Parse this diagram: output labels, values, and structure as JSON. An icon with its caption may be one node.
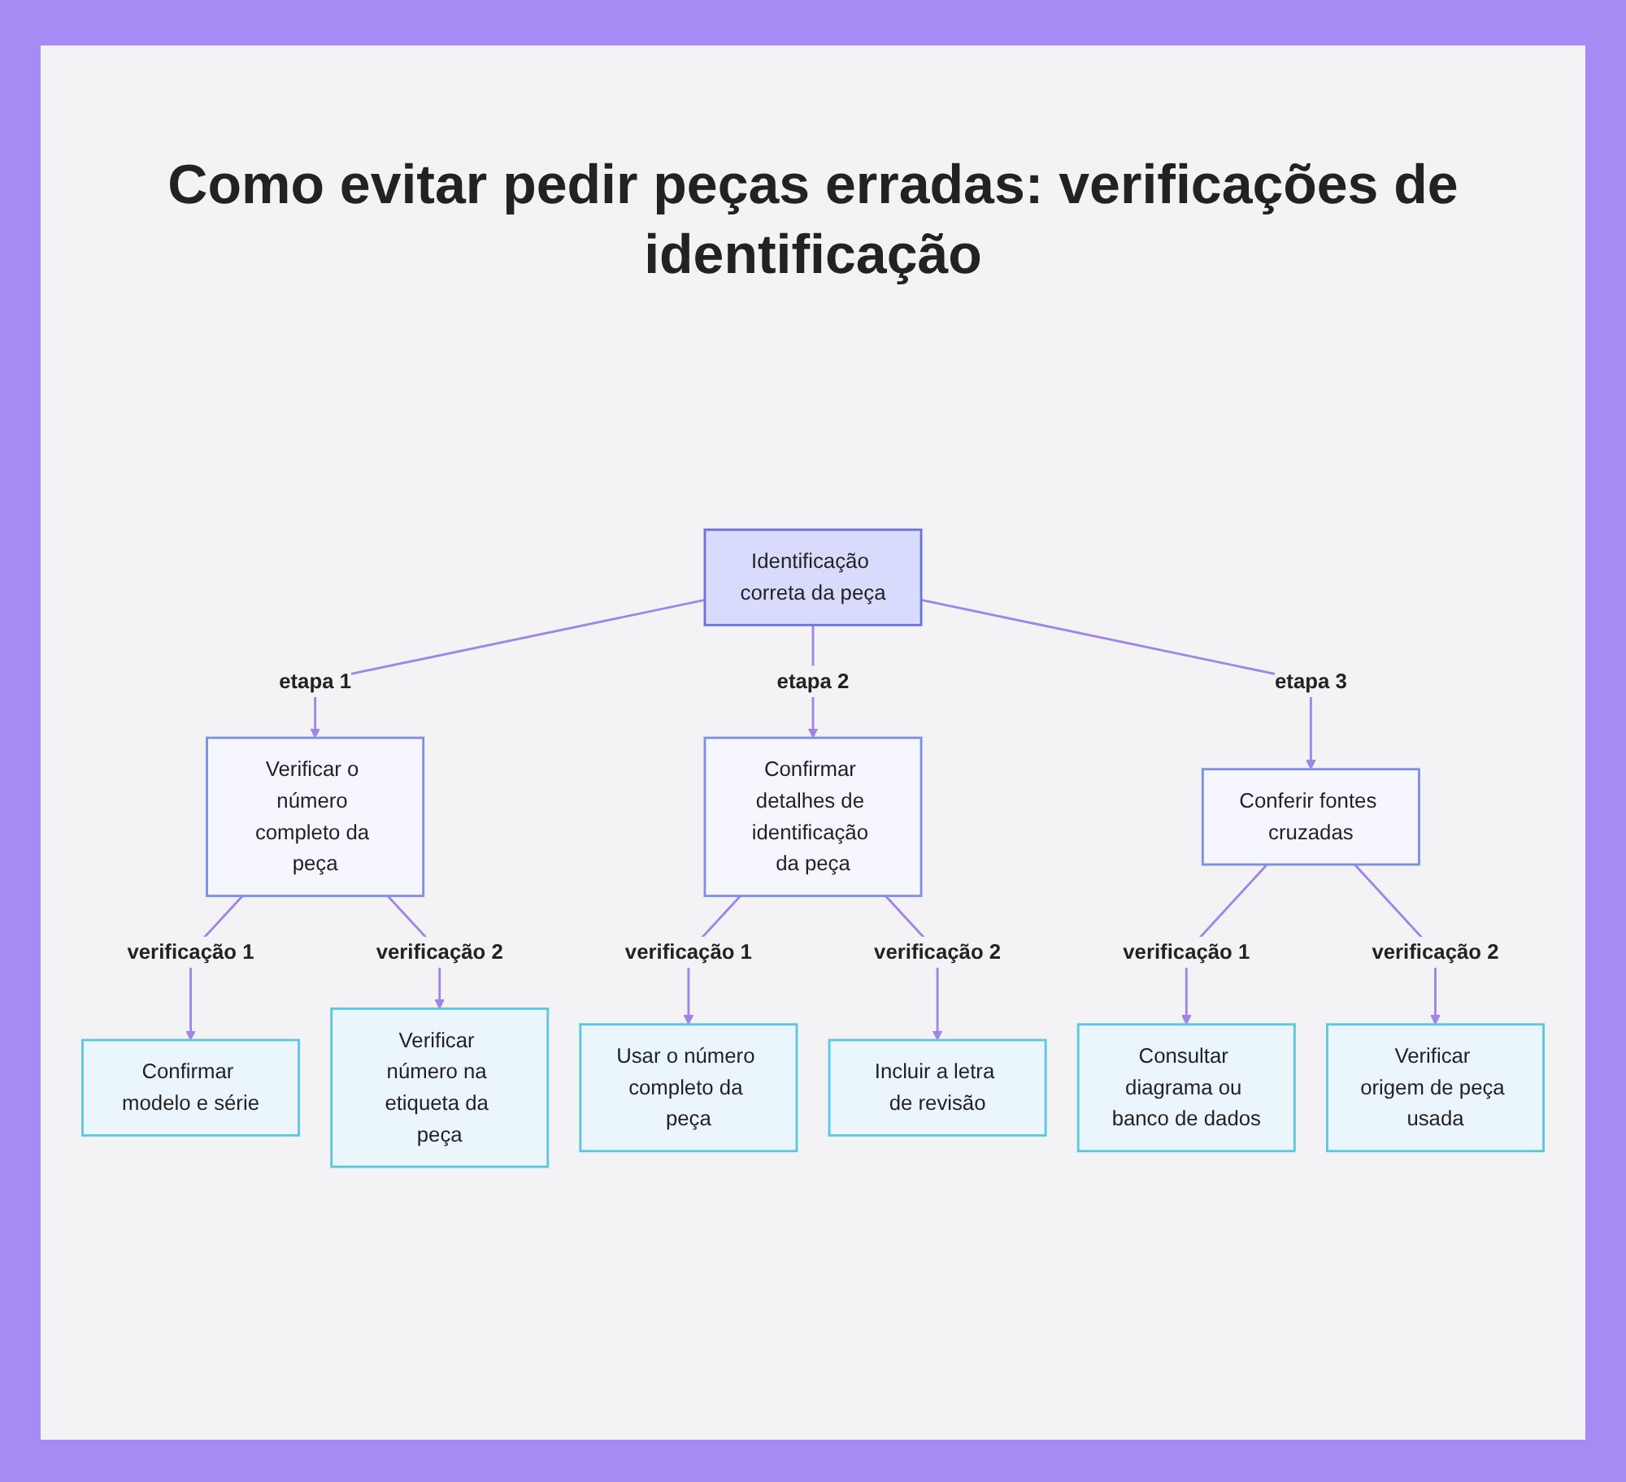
{
  "diagram": {
    "title": "Como evitar pedir peças erradas: verificações de identificação",
    "nodes": [
      {
        "text": [
          "Identificação correta da peça"
        ]
      },
      {
        "text": [
          "Verificar o número completo da peça"
        ]
      },
      {
        "text": [
          "Confirmar detalhes de identificação da peça"
        ]
      },
      {
        "text": [
          "Conferir fontes cruzadas"
        ]
      },
      {
        "text": [
          "Confirmar modelo e série"
        ]
      },
      {
        "text": [
          "Verificar número na etiqueta da peça"
        ]
      },
      {
        "text": [
          "Usar o número completo da peça"
        ]
      },
      {
        "text": [
          "Incluir a letra de revisão"
        ]
      },
      {
        "text": [
          "Consultar diagrama ou banco de dados"
        ]
      },
      {
        "text": [
          "Verificar origem de peça usada"
        ]
      }
    ],
    "edges": [
      {
        "from": 0,
        "to": 1,
        "arrow": "to",
        "label": "etapa 1"
      },
      {
        "from": 0,
        "to": 2,
        "arrow": "to",
        "label": "etapa 2"
      },
      {
        "from": 0,
        "to": 3,
        "arrow": "to",
        "label": "etapa 3"
      },
      {
        "from": 1,
        "to": 4,
        "arrow": "to",
        "label": "verificação 1"
      },
      {
        "from": 1,
        "to": 5,
        "arrow": "to",
        "label": "verificação 2"
      },
      {
        "from": 2,
        "to": 6,
        "arrow": "to",
        "label": "verificação 1"
      },
      {
        "from": 2,
        "to": 7,
        "arrow": "to",
        "label": "verificação 2"
      },
      {
        "from": 3,
        "to": 8,
        "arrow": "to",
        "label": "verificação 1"
      },
      {
        "from": 3,
        "to": 9,
        "arrow": "to",
        "label": "verificação 2"
      }
    ]
  }
}
